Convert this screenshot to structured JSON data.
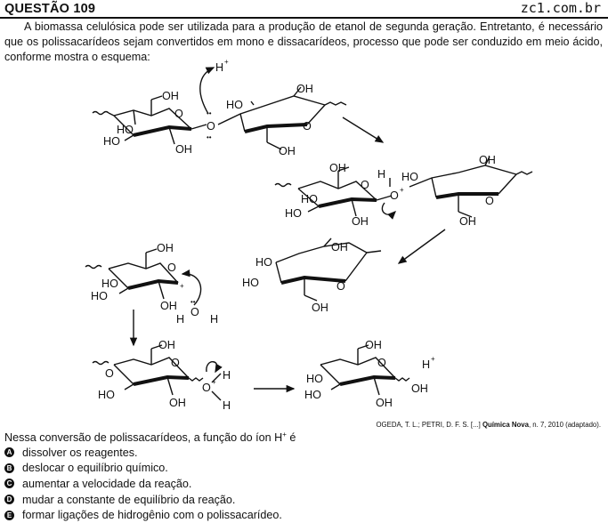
{
  "header": {
    "title": "QUESTÃO 109",
    "site": "zc1.com.br"
  },
  "intro": "A biomassa celulósica pode ser utilizada para a produção de etanol de segunda geração. Entretanto, é necessário que os polissacarídeos sejam convertidos em mono e dissacarídeos, processo que pode ser conduzido em meio ácido, conforme mostra o esquema:",
  "diagram": {
    "oh": "OH",
    "ho": "HO",
    "o": "O",
    "h": "H",
    "plus": "+",
    "hplus": "H",
    "dots": "••"
  },
  "credit": {
    "authors": "OGEDA, T. L.; PETRI, D. F. S. [...]",
    "journal": "Química Nova",
    "details": ", n. 7, 2010 (adaptado)."
  },
  "stem": {
    "before": "Nessa conversão de polissacarídeos, a função do íon H",
    "sup": "+",
    "after": " é"
  },
  "options": [
    {
      "letter": "A",
      "text": "dissolver os reagentes."
    },
    {
      "letter": "B",
      "text": "deslocar o equilíbrio químico."
    },
    {
      "letter": "C",
      "text": "aumentar a velocidade da reação."
    },
    {
      "letter": "D",
      "text": "mudar a constante de equilíbrio da reação."
    },
    {
      "letter": "E",
      "text": "formar ligações de hidrogênio com o polissacarídeo."
    }
  ]
}
